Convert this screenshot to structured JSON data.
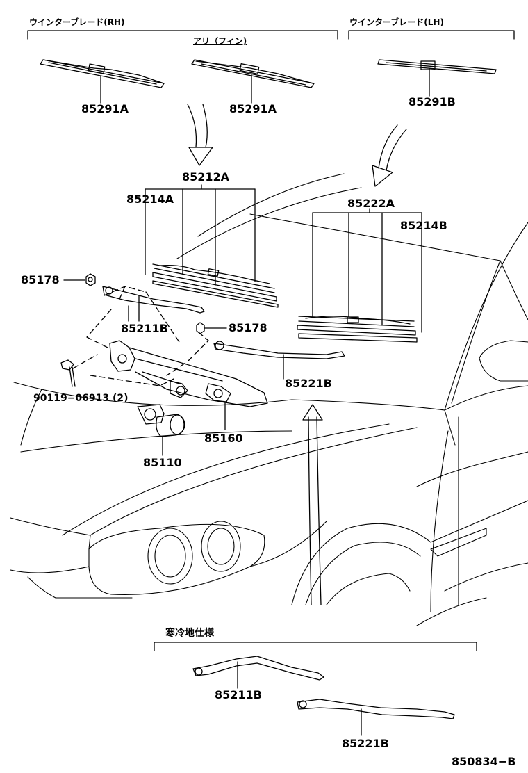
{
  "headers": {
    "winter_blade_rh": "ウインターブレード(RH)",
    "winter_blade_lh": "ウインターブレード(LH)",
    "with_fin": "アリ（フィン)",
    "cold_region_spec": "寒冷地仕様"
  },
  "part_labels": {
    "p85291A_1": "85291A",
    "p85291A_2": "85291A",
    "p85291B": "85291B",
    "p85212A": "85212A",
    "p85214A": "85214A",
    "p85222A": "85222A",
    "p85214B": "85214B",
    "p85178_left": "85178",
    "p85178_right": "85178",
    "p85211B": "85211B",
    "p85221B": "85221B",
    "p90119": "90119−06913 (2)",
    "p85160": "85160",
    "p85110": "85110",
    "p85211B_cold": "85211B",
    "p85221B_cold": "85221B"
  },
  "diagram_code": "850834−B"
}
